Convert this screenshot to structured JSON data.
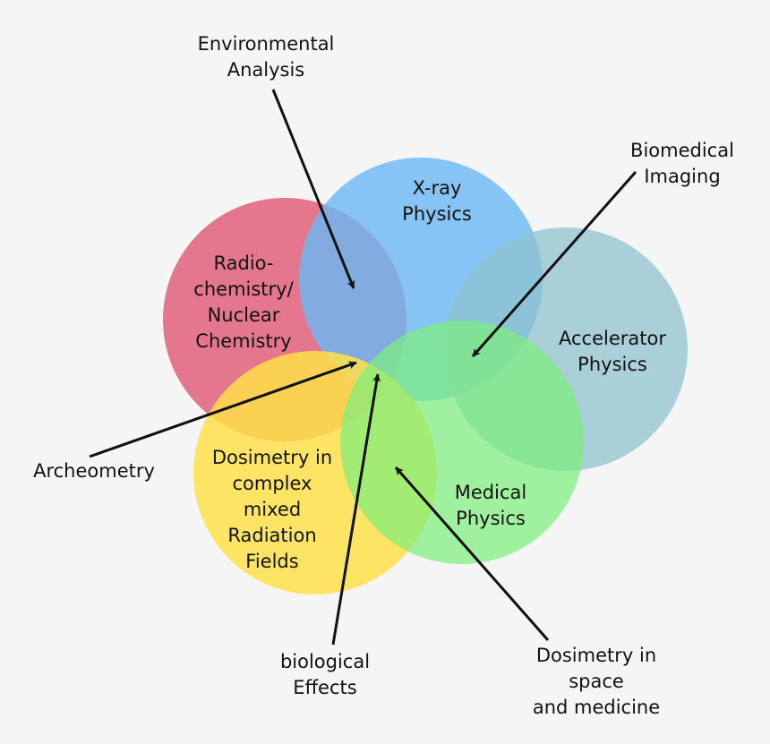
{
  "circles": [
    {
      "key": "radiochem",
      "color": "#e0607a",
      "label": "Radio-\nchemistry/\nNuclear\nChemistry"
    },
    {
      "key": "xray",
      "color": "#69b8f5",
      "label": "X-ray\nPhysics"
    },
    {
      "key": "accel",
      "color": "#8fc3cf",
      "label": "Accelerator\nPhysics"
    },
    {
      "key": "dosimetry_mixed",
      "color": "#ffe04a",
      "label": "Dosimetry in\ncomplex\nmixed\nRadiation\nFields"
    },
    {
      "key": "medical",
      "color": "#7cf07a",
      "label": "Medical\nPhysics"
    }
  ],
  "callouts": [
    {
      "key": "environmental",
      "label": "Environmental\nAnalysis"
    },
    {
      "key": "biomedical",
      "label": "Biomedical\nImaging"
    },
    {
      "key": "archeometry",
      "label": "Archeometry"
    },
    {
      "key": "biological",
      "label": "biological\nEffects"
    },
    {
      "key": "dosimetry_space",
      "label": "Dosimetry in space\nand medicine"
    }
  ]
}
